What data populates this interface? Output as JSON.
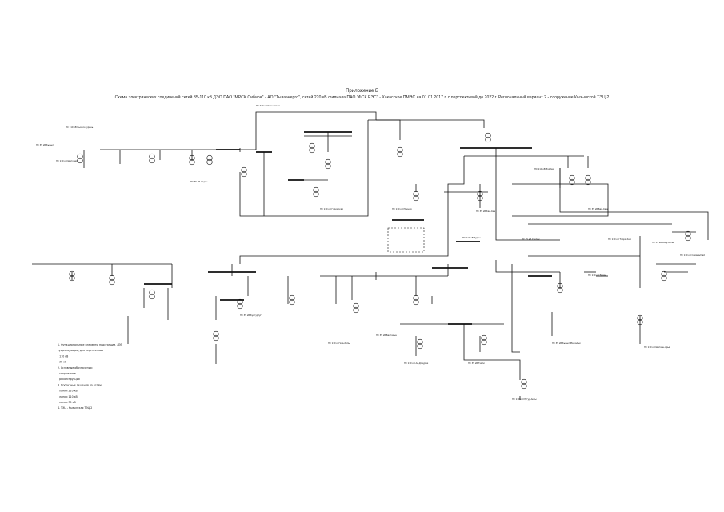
{
  "header": {
    "appendix": "Приложение Б",
    "title": "Схема электрических соединений сетей 35-110 кВ ДЭО ПАО \"МРСК Сибири\" - АО \"Тываэнерго\", сетей 220 кВ филиала ПАО \"ФСК ЕЭС\" - Хакасское ПМЭС на 01.01.2017 г. с перспективой до 2022 г. Региональный вариант 2 - сооружение Кызылской ТЭЦ-2"
  },
  "substation_labels": [
    "ПС 110 кВ Кызыл-Хурень",
    "ПС 35 кВ Кызыл",
    "ПС 110 кВ Шагонар",
    "ПС 35 кВ Чадан",
    "ПС 220 кВ Кызылская",
    "ПС 110 кВ Городская",
    "ПС 110 кВ Южная",
    "ПС 35 кВ Каа-Хем",
    "ПС 110 кВ Ээрбек",
    "ПС 35 кВ Бай-Хаак",
    "ПС 110 кВ Туран",
    "ПС 35 кВ Сукпак",
    "ПС 110 кВ Тоора-Хем",
    "ПС 35 кВ Хову-Аксы",
    "ПС 110 кВ Самагалтай",
    "ПС 110 кВ Эрзин",
    "ПС 35 кВ Кунгуртуг",
    "ПС 110 кВ Чаа-Холь",
    "ПС 35 кВ Балгазын",
    "ПС 110 кВ Ак-Довурак",
    "ПС 35 кВ Тээли",
    "ПС 110 кВ Мугур-Аксы",
    "ПС 35 кВ Кызыл-Мажалык",
    "ПС 110 кВ Шагаан-Арыг"
  ],
  "legend": {
    "lines": [
      "1. Функциональные элементы подстанции, ЛЭП",
      "существующие, для перспективы",
      "- 110 кВ",
      "- 35 кВ",
      "2. Условные обозначения:",
      "- сооружение",
      "- реконструкция",
      "3. Проектные решения по сетям",
      "- линии 220 кВ",
      "- линии 110 кВ",
      "- линии 35 кВ",
      "4. ТЭЦ - Кызылская ТЭЦ-2"
    ]
  },
  "colors": {
    "line": "#111111",
    "paper": "#ffffff",
    "header": "#222222"
  }
}
